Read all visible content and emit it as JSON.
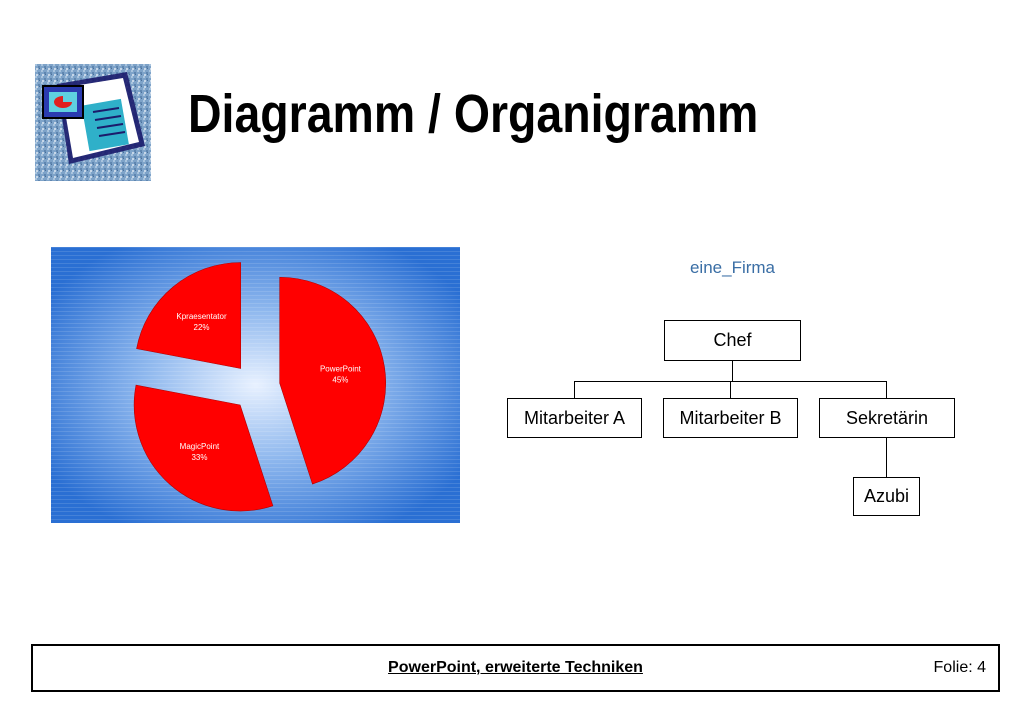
{
  "slide": {
    "title": "Diagramm / Organigramm"
  },
  "logo": {
    "icon": "powerpoint-presentation-icon"
  },
  "chart_data": {
    "type": "pie",
    "exploded": true,
    "categories": [
      "PowerPoint",
      "MagicPoint",
      "Kpraesentator"
    ],
    "values": [
      45,
      33,
      22
    ],
    "labels": [
      "45%",
      "33%",
      "22%"
    ],
    "colors": {
      "slice": "#ff0000",
      "background": "#2a6fd3",
      "background_center": "#e8f1ff"
    }
  },
  "org_chart": {
    "title": "eine_Firma",
    "root": "Chef",
    "level2": [
      "Mitarbeiter A",
      "Mitarbeiter B",
      "Sekretärin"
    ],
    "level3": [
      "Azubi"
    ]
  },
  "footer": {
    "center_text": "PowerPoint, erweiterte Techniken",
    "page_label": "Folie: 4"
  }
}
